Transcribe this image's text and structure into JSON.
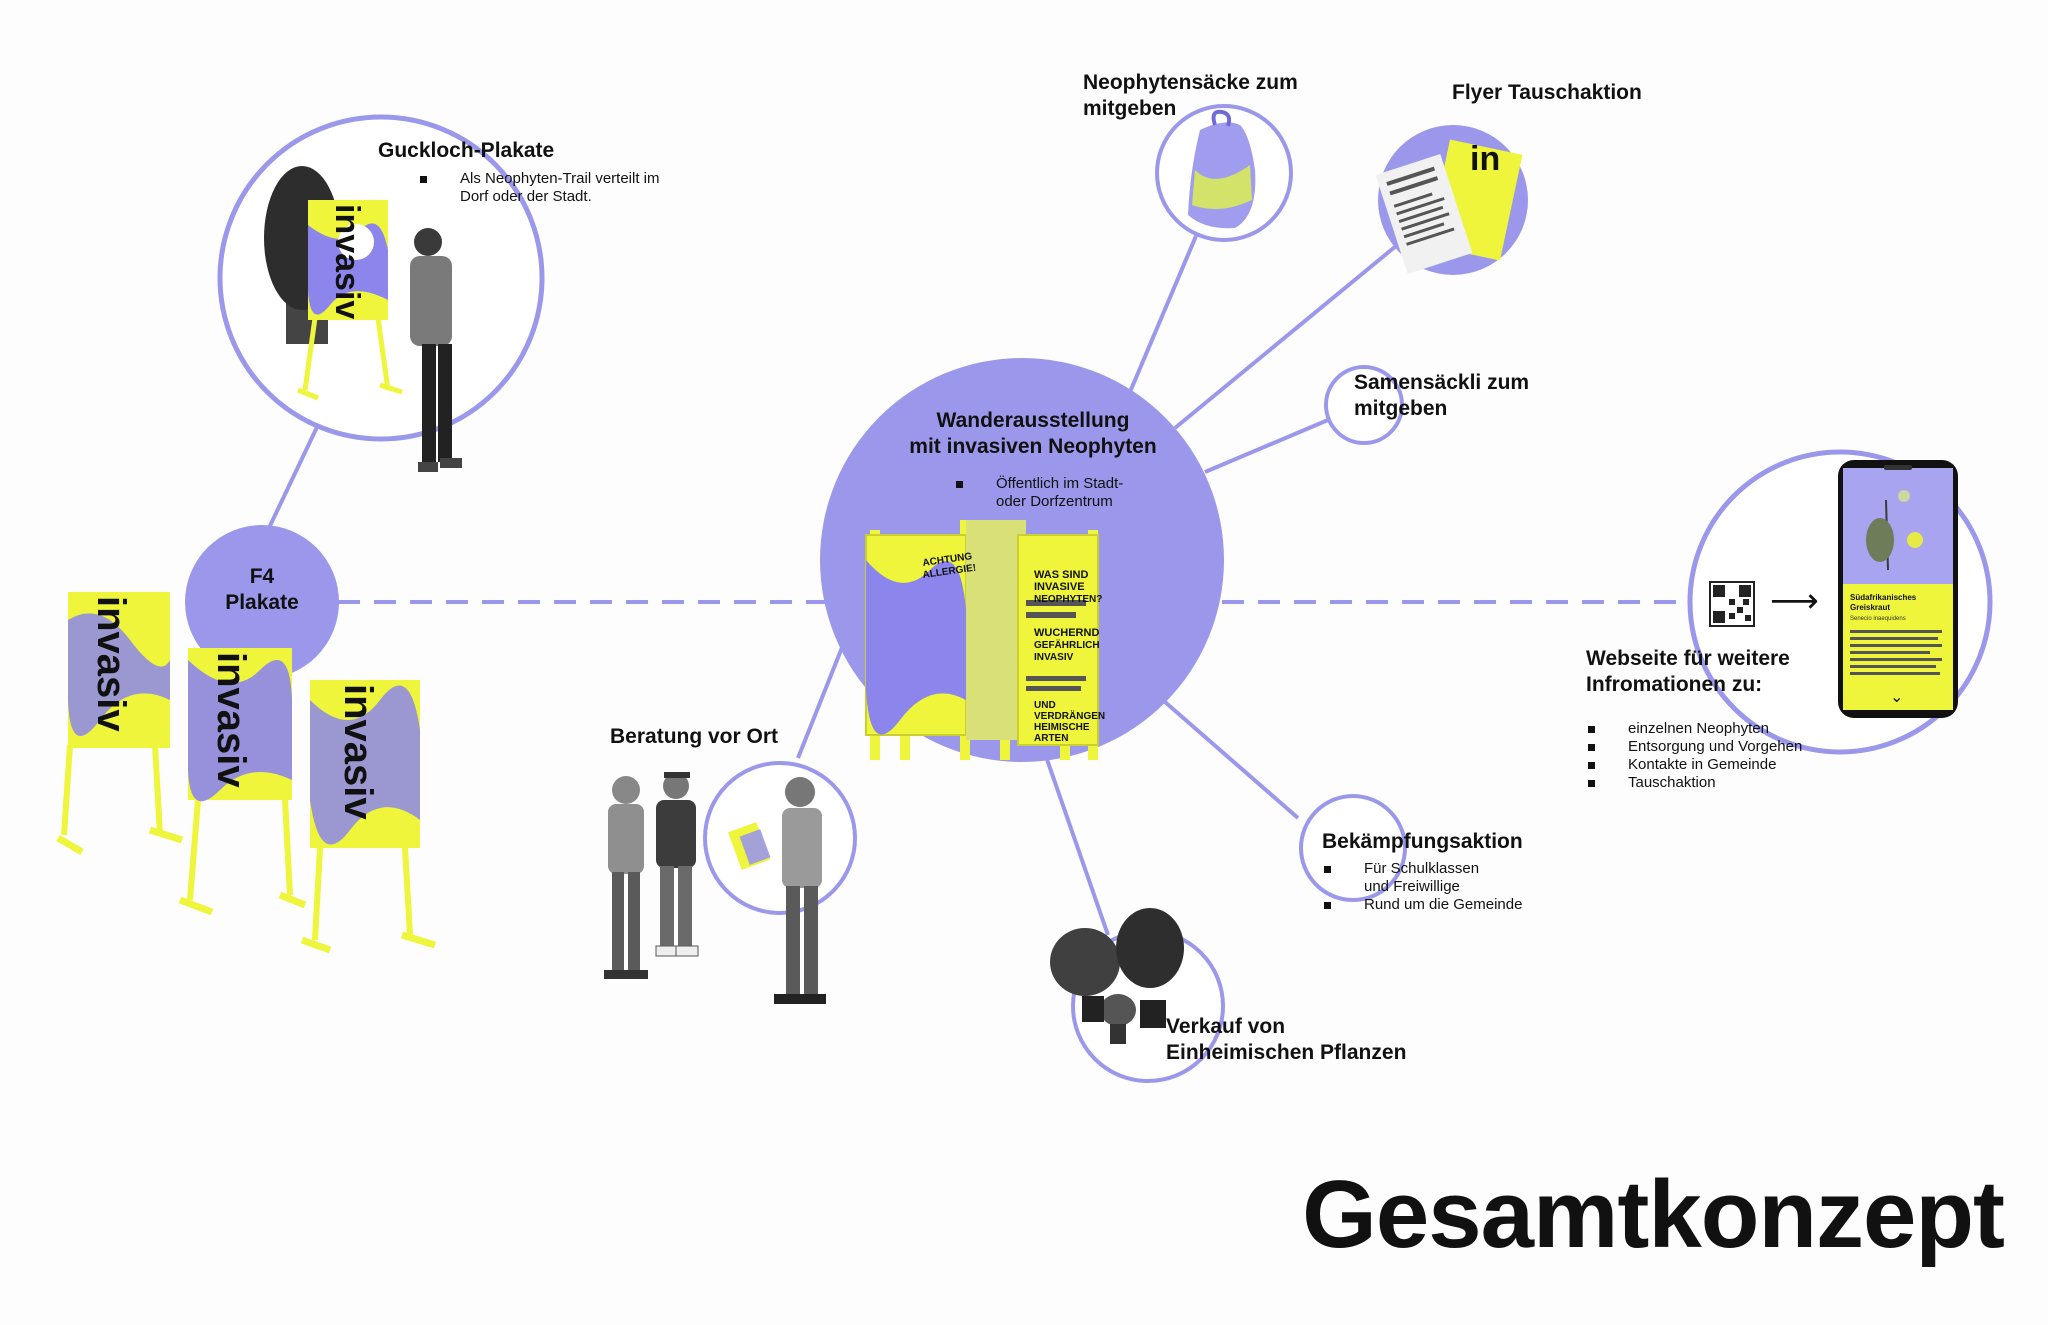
{
  "title": "Gesamtkonzept",
  "center": {
    "title_line1": "Wanderausstellung",
    "title_line2": "mit invasiven Neophyten",
    "bullet_line1": "Öffentlich im Stadt-",
    "bullet_line2": "oder Dorfzentrum",
    "poster_texts": [
      "ACHTUNG",
      "ALLERGIE!",
      "WAS SIND",
      "INVASIVE",
      "NEOPHYTEN?",
      "WUCHERND",
      "GEFÄHRLICH",
      "INVASIV",
      "UND",
      "VERDRÄNGEN",
      "HEIMISCHE",
      "ARTEN"
    ]
  },
  "f4": {
    "line1": "F4",
    "line2": "Plakate",
    "poster_word": "invasiv"
  },
  "guckloch": {
    "title": "Guckloch-Plakate",
    "bullet_line1": "Als Neophyten-Trail verteilt im",
    "bullet_line2": "Dorf oder der Stadt.",
    "poster_word": "invasiv"
  },
  "neophytensaecke": {
    "line1": "Neophytensäcke zum",
    "line2": "mitgeben"
  },
  "flyer": {
    "title": "Flyer Tauschaktion",
    "flyer_word": "in"
  },
  "samensaeckli": {
    "line1": "Samensäckli zum",
    "line2": "mitgeben"
  },
  "webseite": {
    "line1": "Webseite für weitere",
    "line2": "Infromationen zu:",
    "items": [
      "einzelnen Neophyten",
      "Entsorgung und Vorgehen",
      "Kontakte in Gemeinde",
      "Tauschaktion"
    ],
    "arrow": "⟶",
    "phone": {
      "title_line1": "Südafrikanisches",
      "title_line2": "Greiskraut",
      "subtitle": "Senecio inaequidens",
      "chevron": "⌄"
    }
  },
  "beratung": {
    "title": "Beratung vor Ort"
  },
  "bekaempfung": {
    "title": "Bekämpfungsaktion",
    "bullet1_line1": "Für Schulklassen",
    "bullet1_line2": "und Freiwillige",
    "bullet2": "Rund um die Gemeinde"
  },
  "verkauf": {
    "line1": "Verkauf von",
    "line2": "Einheimischen Pflanzen"
  },
  "colors": {
    "accent": "#9b98eb",
    "accent_dark": "#7d79e0",
    "yellow": "#eef53a",
    "ink": "#111111"
  }
}
